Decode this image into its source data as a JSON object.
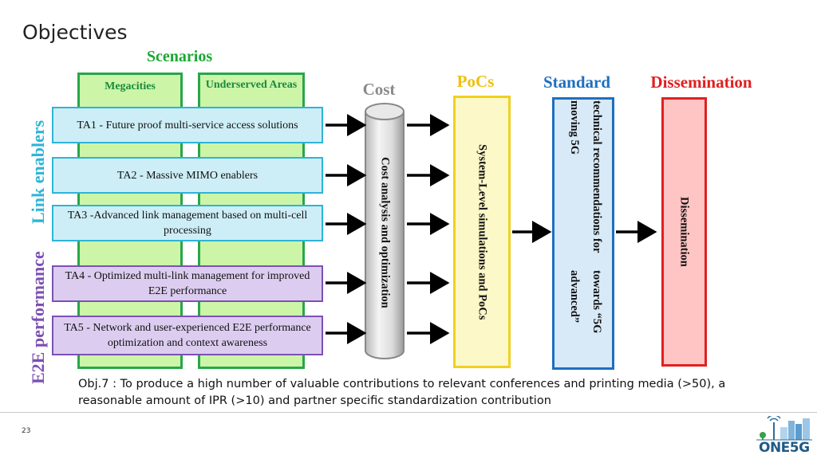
{
  "slide": {
    "title": "Objectives",
    "page_number": "23"
  },
  "scenarios": {
    "heading": "Scenarios",
    "megacities": "Megacities",
    "underserved": "Underserved Areas"
  },
  "side_labels": {
    "link_enablers": "Link enablers",
    "e2e_performance": "E2E performance"
  },
  "tasks": [
    {
      "label": "TA1 - Future proof multi-service access solutions"
    },
    {
      "label": "TA2 - Massive MIMO enablers"
    },
    {
      "label": "TA3 -Advanced link management based on multi-cell processing"
    },
    {
      "label": "TA4 - Optimized multi-link management for improved E2E performance"
    },
    {
      "label": "TA5 - Network and user-experienced E2E performance optimization and context awareness"
    }
  ],
  "cost": {
    "heading": "Cost",
    "cylinder_label": "Cost analysis and optimization"
  },
  "pocs": {
    "heading": "PoCs",
    "box_label": "System-Level simulations and PoCs"
  },
  "standard": {
    "heading": "Standard",
    "line1": "technical recommendations for moving 5G",
    "line2": "towards “5G advanced”"
  },
  "dissemination": {
    "heading": "Dissemination",
    "box_label": "Dissemination"
  },
  "objective_text": "Obj.7 : To produce a high number of valuable contributions to relevant conferences and printing media (>50), a reasonable amount of IPR (>10) and partner specific standardization contribution",
  "logo": {
    "text": "ONE5G"
  },
  "colors": {
    "scenario_green": "#1aa832",
    "task_cyan": "#2eb4d8",
    "task_purple": "#7c50b4",
    "pocs_yellow": "#f0d020",
    "standard_blue": "#1e6fc0",
    "dissemination_red": "#e02020"
  }
}
